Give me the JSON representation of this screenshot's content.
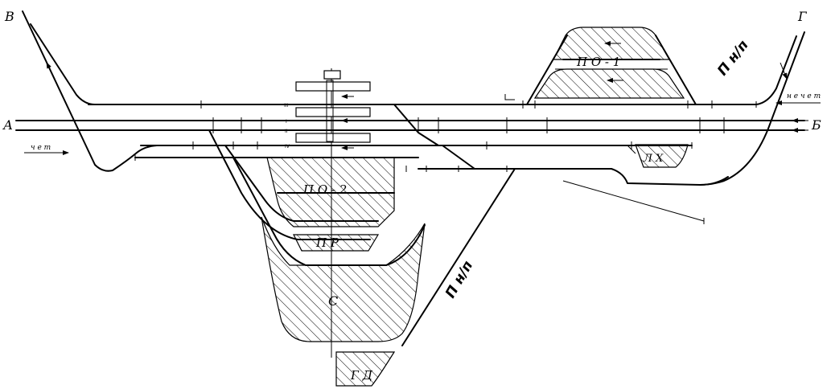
{
  "ends": {
    "a": "А",
    "b": "Б",
    "v": "В",
    "g": "Г"
  },
  "directions": {
    "odd": "ч е т",
    "even": "н е ч е т"
  },
  "parks": {
    "po1": "П  О - 1",
    "po2": "П  О - 2",
    "pr": "П  Р",
    "s": "С",
    "gd": "Г Д",
    "lkh": "Л Х",
    "pnp_top": "П н/п",
    "pnp_bottom": "П н/п"
  },
  "track_numbers": [
    "III",
    "I",
    "II",
    "IV"
  ],
  "colors": {
    "ink": "#000000",
    "paper": "#ffffff"
  }
}
